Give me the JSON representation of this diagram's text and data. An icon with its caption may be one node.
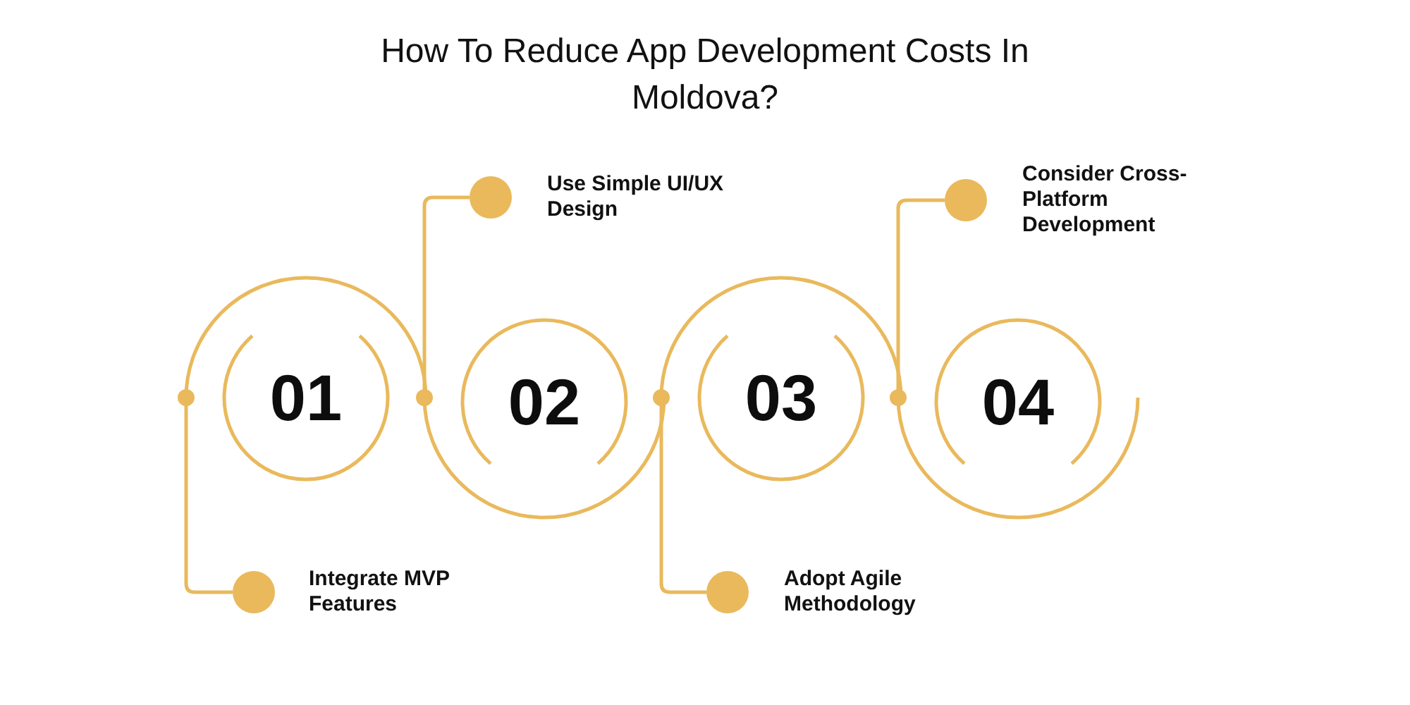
{
  "diagram": {
    "title": "How To Reduce App Development Costs In Moldova?",
    "nodes": [
      {
        "text": [
          "01"
        ]
      },
      {
        "text": [],
        "shape": "circle",
        "beside": [
          "Integrate MVP Features"
        ]
      },
      {
        "text": [
          "02"
        ]
      },
      {
        "text": [],
        "shape": "circle",
        "beside": [
          "Use Simple UI/UX Design"
        ]
      },
      {
        "text": [
          "03"
        ]
      },
      {
        "text": [],
        "shape": "circle",
        "beside": [
          "Adopt Agile Methodology"
        ]
      },
      {
        "text": [
          "04"
        ]
      },
      {
        "text": [],
        "shape": "circle",
        "beside": [
          "Consider Cross-Platform Development"
        ]
      }
    ],
    "edges": [
      {
        "from": 0,
        "to": 1,
        "arrow": "other"
      },
      {
        "from": 2,
        "to": 3,
        "arrow": "other"
      },
      {
        "from": 4,
        "to": 5,
        "arrow": "other"
      },
      {
        "from": 6,
        "to": 7,
        "arrow": "other"
      }
    ]
  }
}
